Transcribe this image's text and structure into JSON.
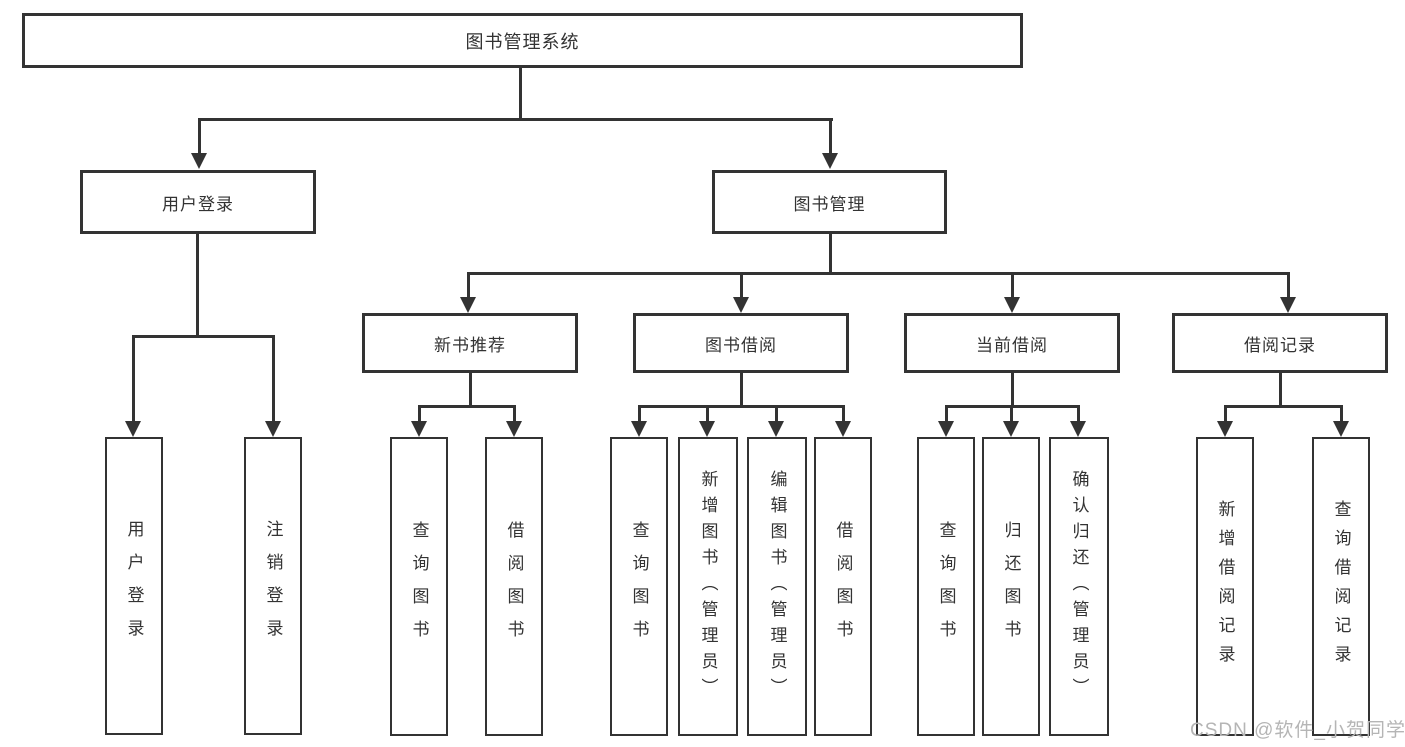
{
  "diagram": {
    "title": "图书管理系统",
    "level2": {
      "user_login": "用户登录",
      "book_management": "图书管理"
    },
    "user_login_children": [
      "用户登录",
      "注销登录"
    ],
    "level3": [
      "新书推荐",
      "图书借阅",
      "当前借阅",
      "借阅记录"
    ],
    "children": {
      "new_book": [
        "查询图书",
        "借阅图书"
      ],
      "book_borrow": [
        "查询图书",
        "新增图书（管理员）",
        "编辑图书（管理员）",
        "借阅图书"
      ],
      "current_borrow": [
        "查询图书",
        "归还图书",
        "确认归还（管理员）"
      ],
      "borrow_record": [
        "新增借阅记录",
        "查询借阅记录"
      ]
    },
    "watermark": "CSDN @软件_小贺同学",
    "colors": {
      "line": "#333333",
      "text": "#333333",
      "watermark": "#b5b5b5",
      "background": "#ffffff"
    }
  }
}
